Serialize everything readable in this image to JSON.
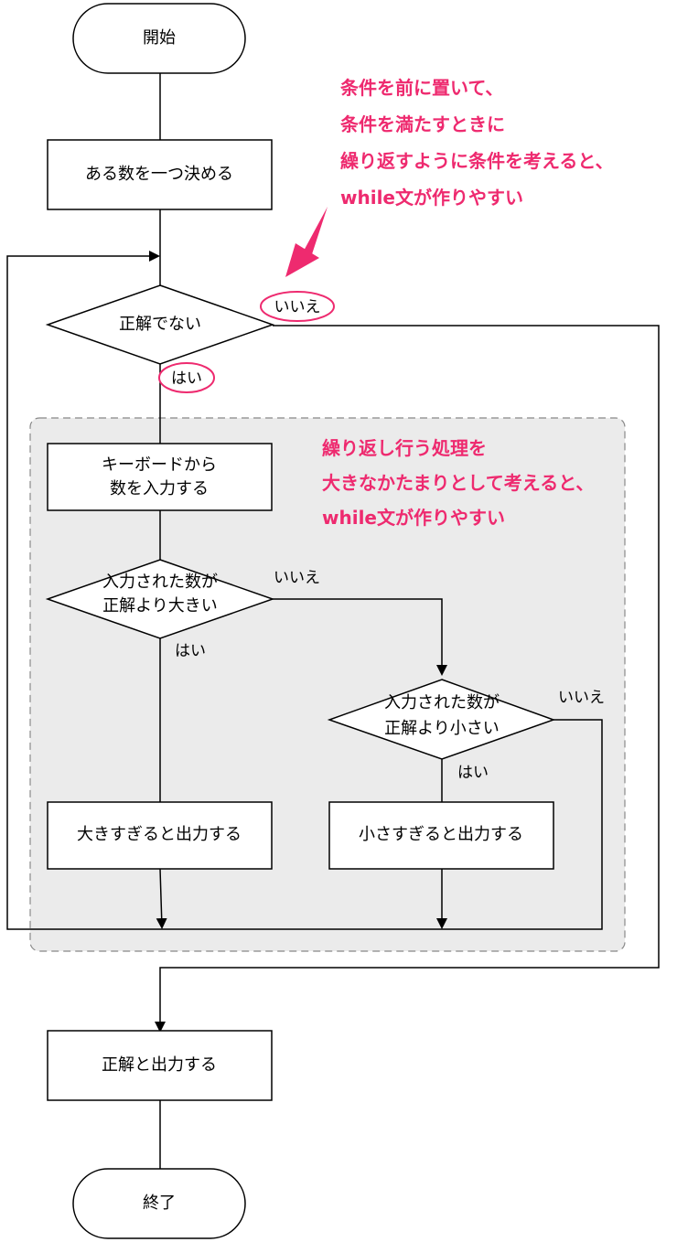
{
  "nodes": {
    "start": "開始",
    "pick_number": "ある数を一つ決める",
    "not_correct": "正解でない",
    "keyboard_input_line1": "キーボードから",
    "keyboard_input_line2": "数を入力する",
    "is_bigger_line1": "入力された数が",
    "is_bigger_line2": "正解より大きい",
    "is_smaller_line1": "入力された数が",
    "is_smaller_line2": "正解より小さい",
    "too_big": "大きすぎると出力する",
    "too_small": "小さすぎると出力する",
    "correct_output": "正解と出力する",
    "end": "終了"
  },
  "labels": {
    "yes": "はい",
    "no": "いいえ"
  },
  "notes": {
    "condition": [
      "条件を前に置いて、",
      "条件を満たすときに",
      "繰り返すように条件を考えると、",
      "while文が作りやすい"
    ],
    "loop_body": [
      "繰り返し行う処理を",
      "大きなかたまりとして考えると、",
      "while文が作りやすい"
    ]
  },
  "colors": {
    "accent": "#ee2a6f",
    "loop_region_fill": "#ebebeb",
    "loop_region_border": "#888888",
    "line": "#000000"
  }
}
